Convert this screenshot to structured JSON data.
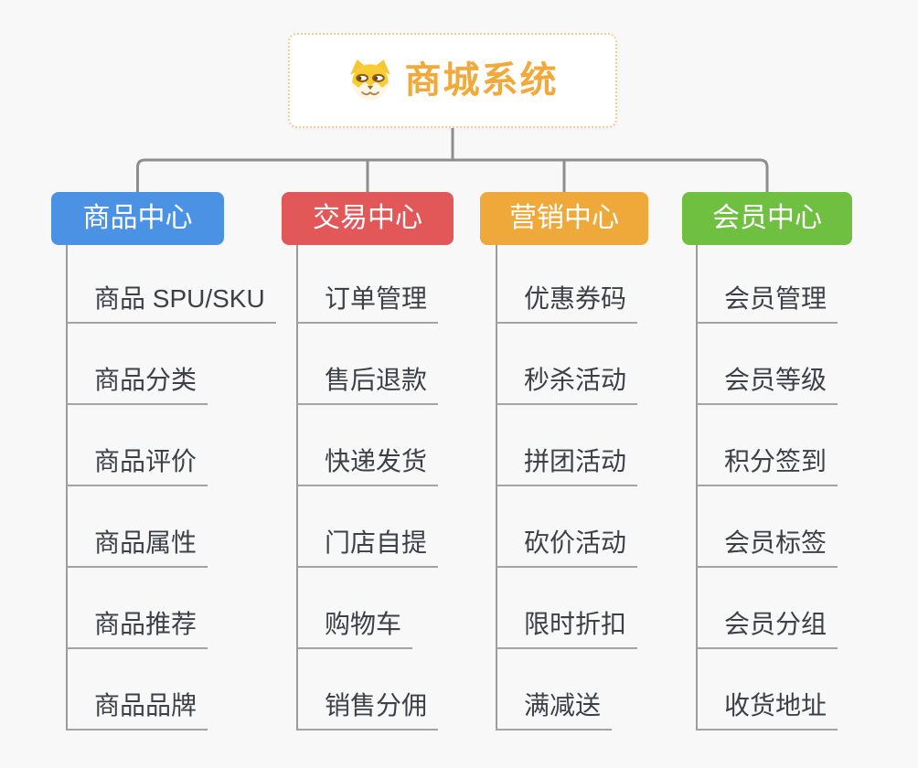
{
  "page": {
    "background": "#f8f8f8"
  },
  "root": {
    "title": "商城系统",
    "icon": "doge-face-icon",
    "text_color": "#f2a93b",
    "border_color": "#f6cc96"
  },
  "branches": [
    {
      "label": "商品中心",
      "color": "#4b92e4",
      "items": [
        "商品 SPU/SKU",
        "商品分类",
        "商品评价",
        "商品属性",
        "商品推荐",
        "商品品牌"
      ]
    },
    {
      "label": "交易中心",
      "color": "#e25757",
      "items": [
        "订单管理",
        "售后退款",
        "快递发货",
        "门店自提",
        "购物车",
        "销售分佣"
      ]
    },
    {
      "label": "营销中心",
      "color": "#efa93b",
      "items": [
        "优惠券码",
        "秒杀活动",
        "拼团活动",
        "砍价活动",
        "限时折扣",
        "满减送"
      ]
    },
    {
      "label": "会员中心",
      "color": "#6fbf40",
      "items": [
        "会员管理",
        "会员等级",
        "积分签到",
        "会员标签",
        "会员分组",
        "收货地址"
      ]
    }
  ],
  "connectors": {
    "tree_line_color": "#8e8e8e",
    "trunk_line_color": "#9c9c9c",
    "underline_color": "#a3a3a3"
  }
}
